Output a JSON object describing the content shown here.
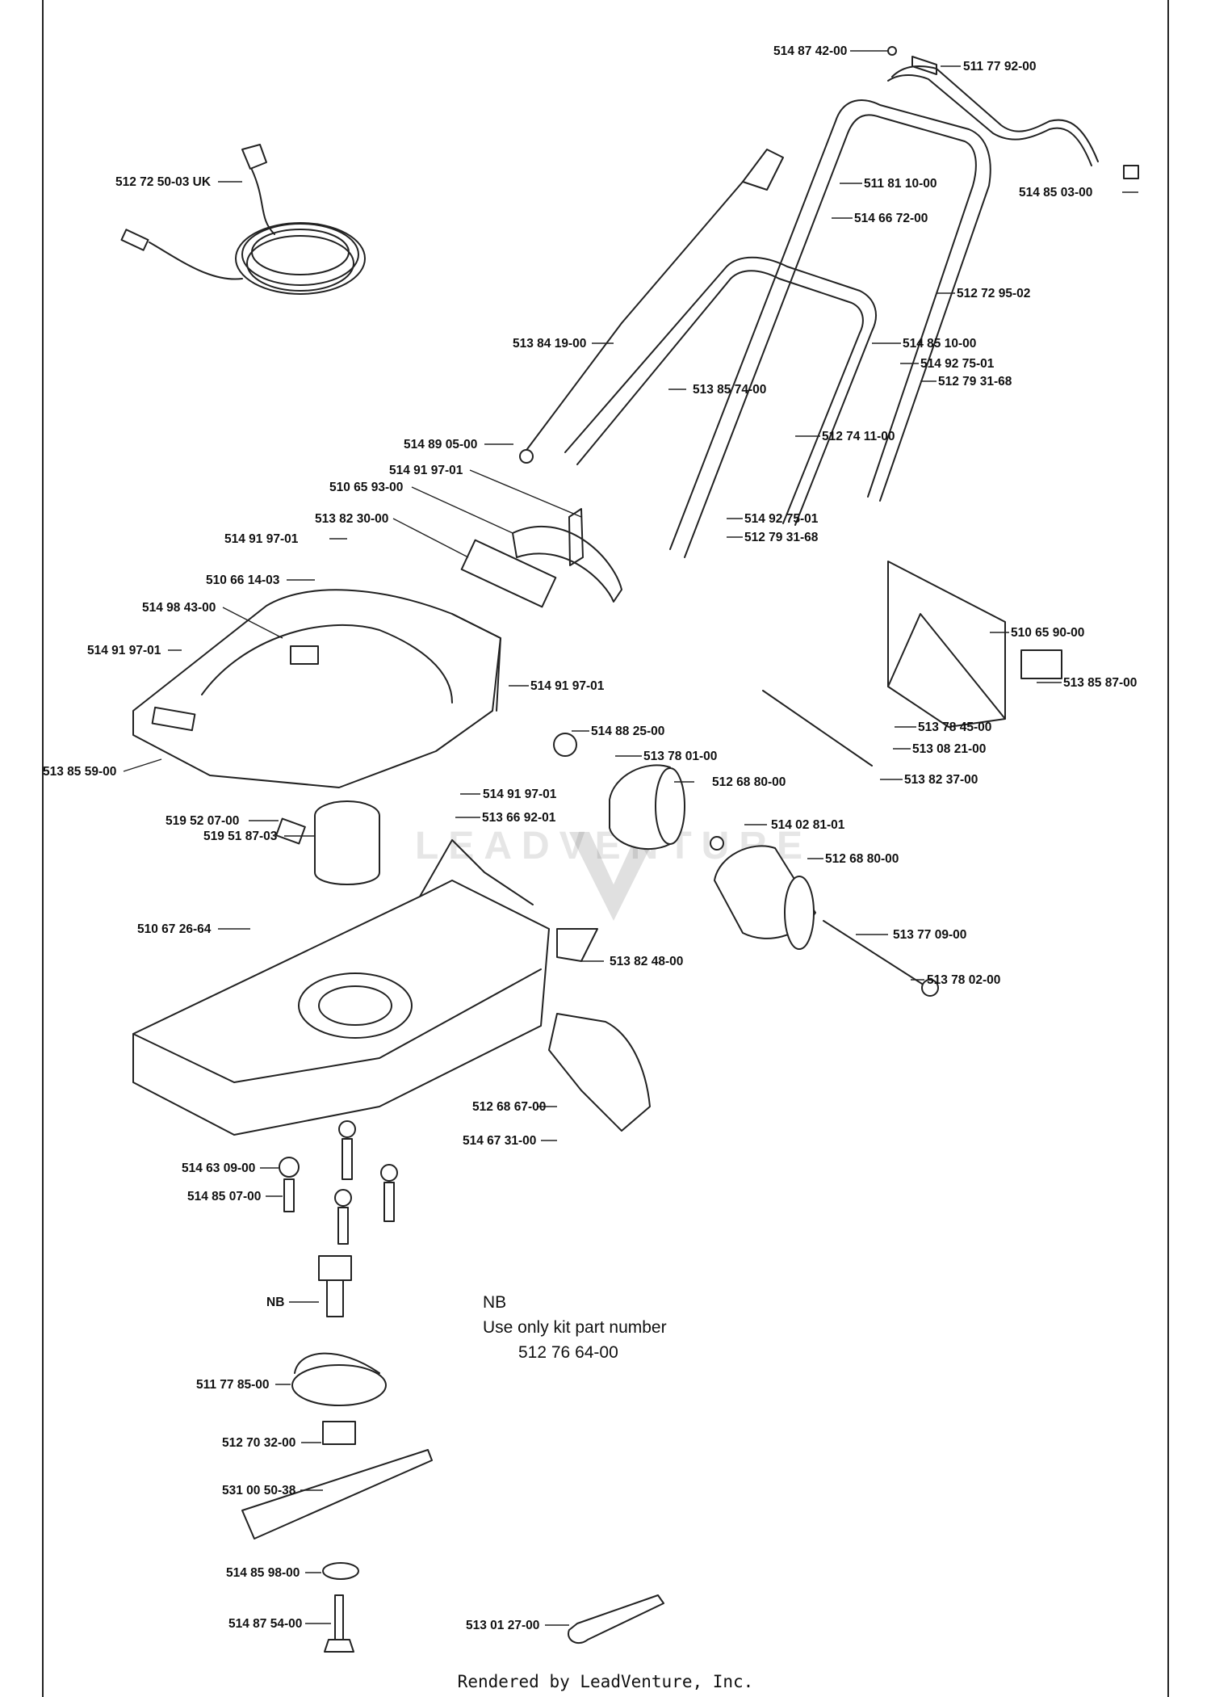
{
  "note": {
    "title": "NB",
    "line": "Use only kit part number",
    "kit_number": "512 76 64-00"
  },
  "footer": "Rendered by LeadVenture, Inc.",
  "watermark": "LEADVENTURE",
  "callouts": [
    {
      "id": "c01",
      "text": "514 87 42-00"
    },
    {
      "id": "c02",
      "text": "511 77 92-00"
    },
    {
      "id": "c03",
      "text": "512 72 50-03 UK"
    },
    {
      "id": "c04",
      "text": "511 81 10-00"
    },
    {
      "id": "c05",
      "text": "514 85 03-00"
    },
    {
      "id": "c06",
      "text": "514 66 72-00"
    },
    {
      "id": "c07",
      "text": "512 72 95-02"
    },
    {
      "id": "c08",
      "text": "513 84 19-00"
    },
    {
      "id": "c09",
      "text": "514 85 10-00"
    },
    {
      "id": "c10",
      "text": "514 92 75-01"
    },
    {
      "id": "c11",
      "text": "512 79 31-68"
    },
    {
      "id": "c12",
      "text": "513 85 74-00"
    },
    {
      "id": "c13",
      "text": "512 74 11-00"
    },
    {
      "id": "c14",
      "text": "514 89 05-00"
    },
    {
      "id": "c15",
      "text": "514 91 97-01"
    },
    {
      "id": "c16",
      "text": "510 65 93-00"
    },
    {
      "id": "c17",
      "text": "513 82 30-00"
    },
    {
      "id": "c18",
      "text": "514 92 75-01"
    },
    {
      "id": "c19",
      "text": "512 79 31-68"
    },
    {
      "id": "c20",
      "text": "514 91 97-01"
    },
    {
      "id": "c21",
      "text": "510 66 14-03"
    },
    {
      "id": "c22",
      "text": "514 98 43-00"
    },
    {
      "id": "c23",
      "text": "510 65 90-00"
    },
    {
      "id": "c24",
      "text": "514 91 97-01"
    },
    {
      "id": "c25",
      "text": "514 91 97-01"
    },
    {
      "id": "c26",
      "text": "513 85 87-00"
    },
    {
      "id": "c27",
      "text": "514 88 25-00"
    },
    {
      "id": "c28",
      "text": "513 78 45-00"
    },
    {
      "id": "c29",
      "text": "513 78 01-00"
    },
    {
      "id": "c30",
      "text": "513 08 21-00"
    },
    {
      "id": "c31",
      "text": "513 85 59-00"
    },
    {
      "id": "c32",
      "text": "512 68 80-00"
    },
    {
      "id": "c33",
      "text": "513 82 37-00"
    },
    {
      "id": "c34",
      "text": "514 91 97-01"
    },
    {
      "id": "c35",
      "text": "519 52 07-00"
    },
    {
      "id": "c36",
      "text": "513 66 92-01"
    },
    {
      "id": "c37",
      "text": "514 02 81-01"
    },
    {
      "id": "c38",
      "text": "519 51 87-03"
    },
    {
      "id": "c39",
      "text": "512 68 80-00"
    },
    {
      "id": "c40",
      "text": "510 67 26-64"
    },
    {
      "id": "c41",
      "text": "513 77 09-00"
    },
    {
      "id": "c42",
      "text": "513 82 48-00"
    },
    {
      "id": "c43",
      "text": "513 78 02-00"
    },
    {
      "id": "c44",
      "text": "512 68 67-00"
    },
    {
      "id": "c45",
      "text": "514 67 31-00"
    },
    {
      "id": "c46",
      "text": "514 63 09-00"
    },
    {
      "id": "c47",
      "text": "514 85 07-00"
    },
    {
      "id": "c48",
      "text": "NB"
    },
    {
      "id": "c49",
      "text": "511 77 85-00"
    },
    {
      "id": "c50",
      "text": "512 70 32-00"
    },
    {
      "id": "c51",
      "text": "531 00 50-38"
    },
    {
      "id": "c52",
      "text": "514 85 98-00"
    },
    {
      "id": "c53",
      "text": "514 87 54-00"
    },
    {
      "id": "c54",
      "text": "513 01 27-00"
    }
  ]
}
